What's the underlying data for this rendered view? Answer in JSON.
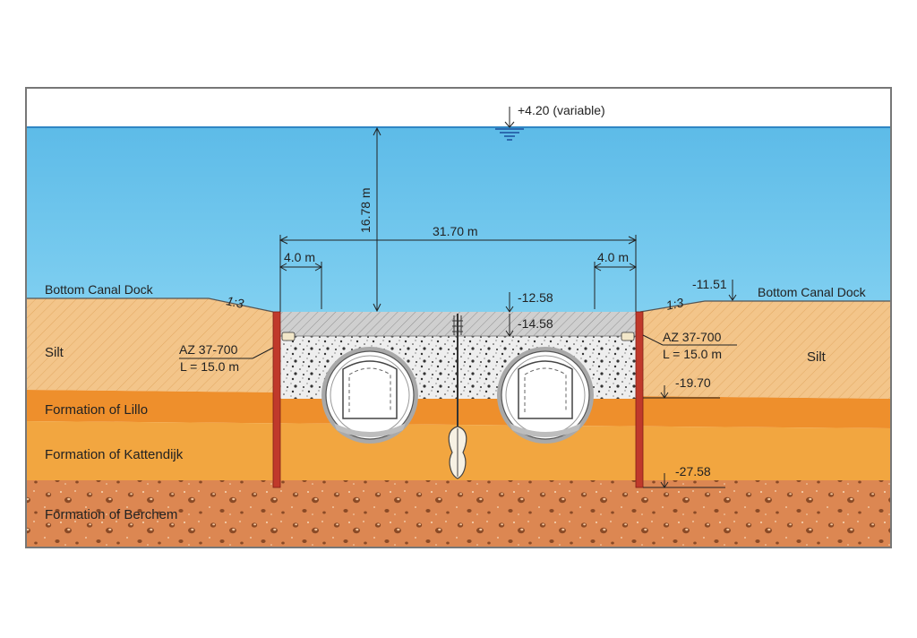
{
  "colors": {
    "water": "#6fc8ee",
    "silt": "#f3c58a",
    "lillo": "#ee8f2c",
    "kattendijk": "#f2a640",
    "berchem": "#dc8752",
    "sheet_pile": "#c0392b",
    "concrete": "#e8e8e8",
    "cap": "#c8c8c8"
  },
  "water": {
    "level_label": "+4.20 (variable)",
    "depth_label": "16.78 m"
  },
  "dimensions": {
    "width_label": "31.70 m",
    "left_offset_label": "4.0 m",
    "right_offset_label": "4.0 m"
  },
  "slopes": {
    "left": "1:3",
    "right": "1:3"
  },
  "levels": {
    "canal_bottom_right": "-11.51",
    "top_cover": "-12.58",
    "top_concrete": "-14.58",
    "bottom_concrete": "-19.70",
    "pile_toe": "-27.58"
  },
  "sheet_piles": {
    "left_type": "AZ 37-700",
    "left_length": "L = 15.0 m",
    "right_type": "AZ 37-700",
    "right_length": "L = 15.0 m"
  },
  "layers": {
    "bottom_canal_left": "Bottom Canal Dock",
    "bottom_canal_right": "Bottom Canal Dock",
    "silt_left": "Silt",
    "silt_right": "Silt",
    "lillo": "Formation of Lillo",
    "kattendijk": "Formation of Kattendijk",
    "berchem": "Formation of Berchem"
  },
  "icons": {
    "water_level": "water-level-icon",
    "level_marker": "level-arrow-icon"
  }
}
